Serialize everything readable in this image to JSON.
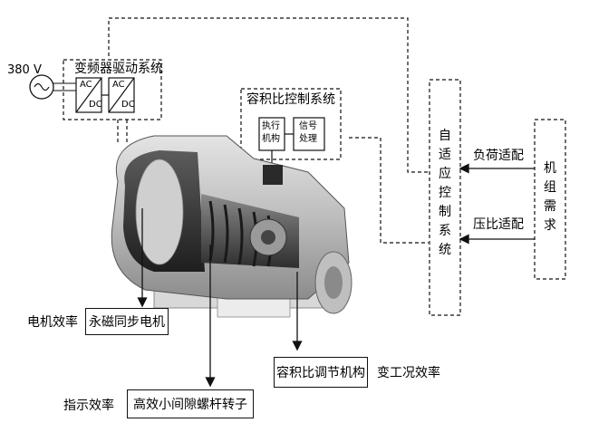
{
  "labels": {
    "voltage": "380 V",
    "vfd_system": "变频器驱动系统",
    "ac1_top": "AC",
    "ac1_bottom": "DC",
    "ac2_top": "AC",
    "ac2_bottom": "DC",
    "vr_control": "容积比控制系统",
    "actuator": "执行\n机构",
    "signal": "信号\n处理",
    "adaptive": "自\n适\n应\n控\n制\n系\n统",
    "unit_demand": "机\n组\n需\n求",
    "load_adapt": "负荷适配",
    "pressure_adapt": "压比适配",
    "motor_eff": "电机效率",
    "pm_motor": "永磁同步电机",
    "indicated_eff": "指示效率",
    "rotor": "高效小间隙螺杆转子",
    "vr_mechanism": "容积比调节机构",
    "var_cond_eff": "变工况效率"
  },
  "colors": {
    "line": "#111111",
    "housing": "#c9c9c9",
    "housing_dark": "#3a3a3a",
    "rotor": "#5a5a5a"
  }
}
